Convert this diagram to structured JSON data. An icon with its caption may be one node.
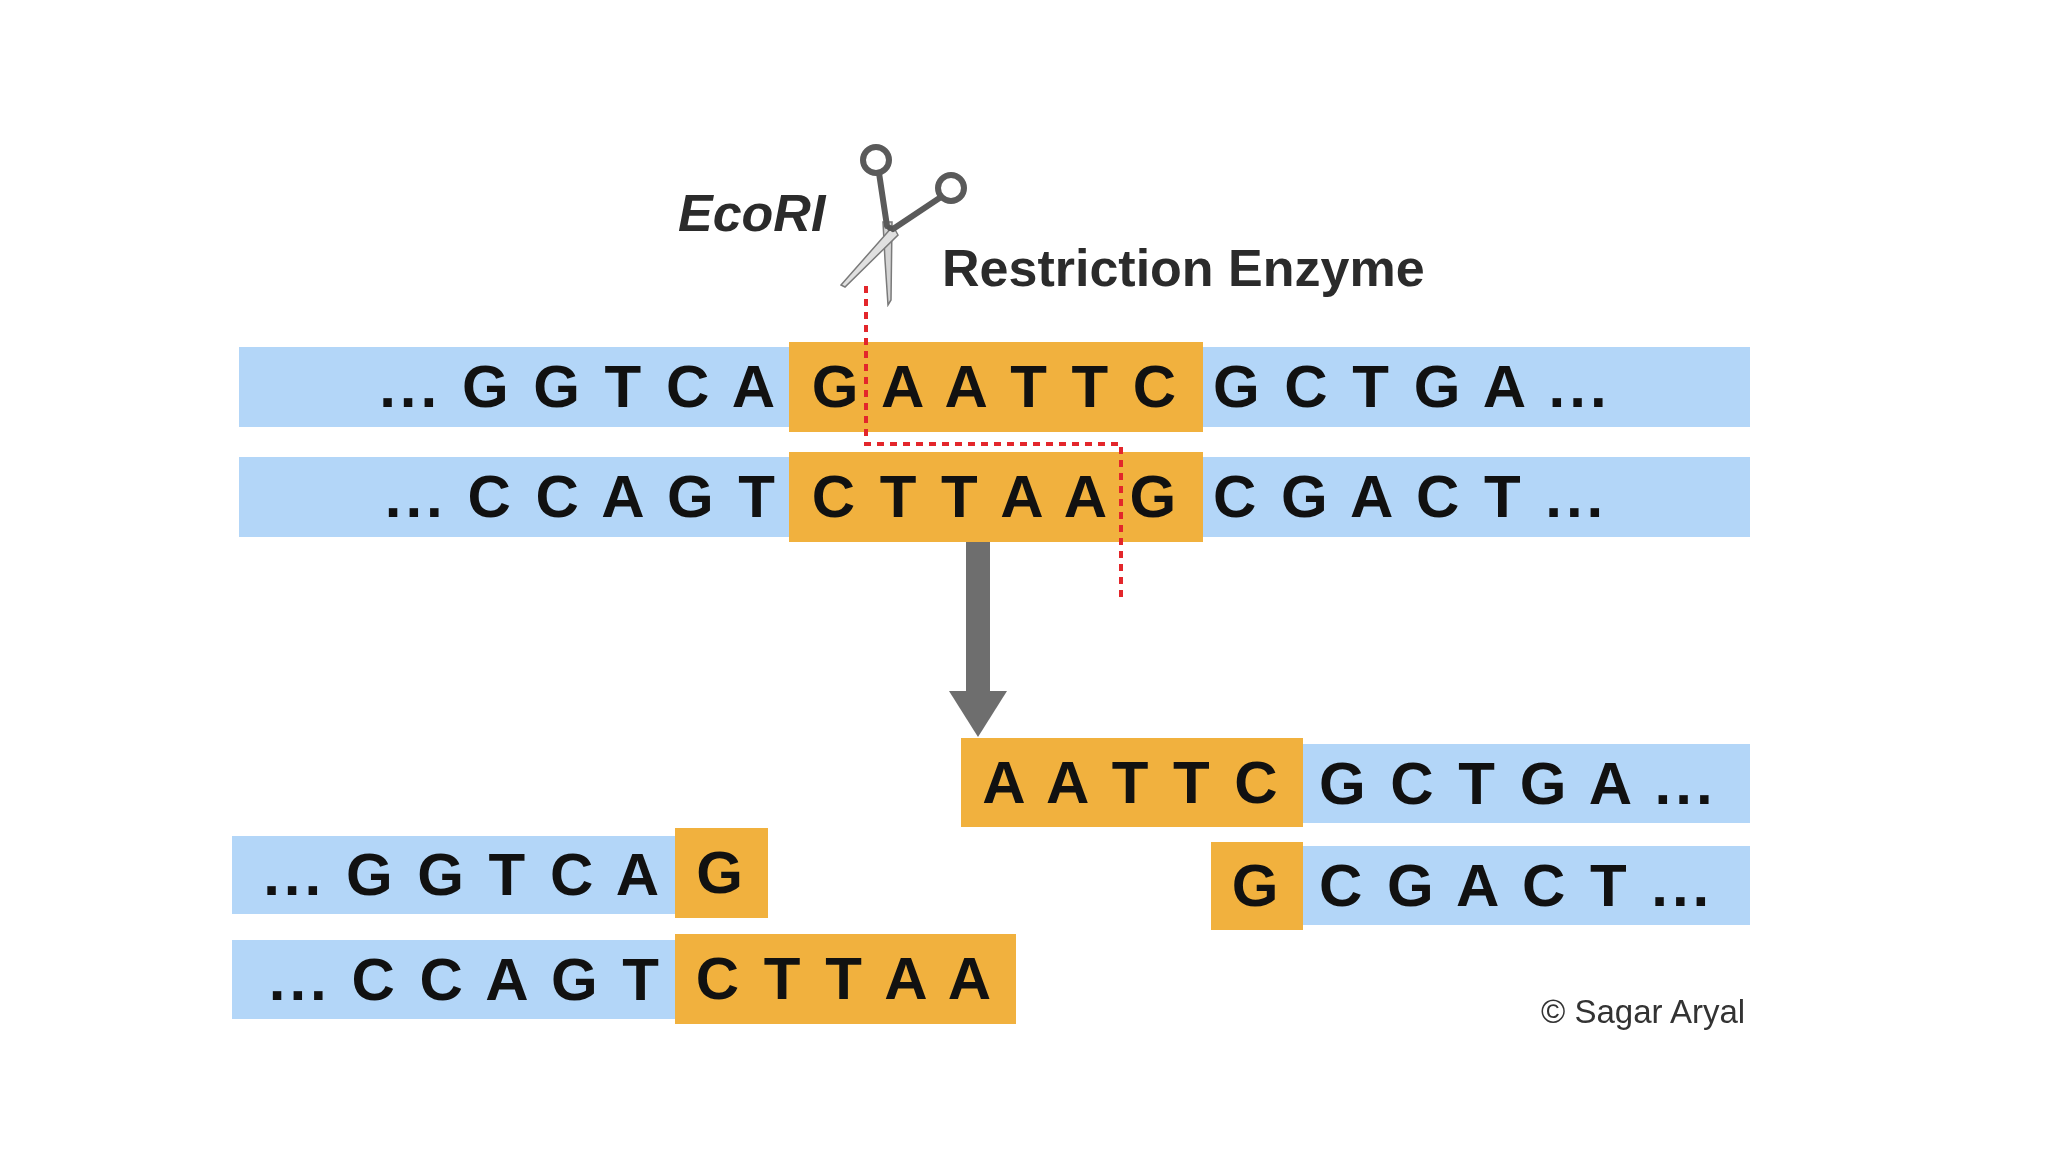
{
  "diagram": {
    "nodes": [
      {
        "text": [
          "... G G T C A"
        ]
      },
      {
        "text": [
          "G A A T T C"
        ]
      },
      {
        "text": [
          "G C T G A ..."
        ]
      },
      {
        "text": [
          "... C C A G T"
        ]
      },
      {
        "text": [
          "C T T A A G"
        ]
      },
      {
        "text": [
          "C G A C T ..."
        ]
      },
      {
        "text": [
          "A A T T C"
        ]
      },
      {
        "text": [
          "G C T G A ..."
        ]
      },
      {
        "text": [
          "... G G T C A"
        ]
      },
      {
        "text": [
          "G"
        ]
      },
      {
        "text": [
          "G"
        ]
      },
      {
        "text": [
          "C G A C T ..."
        ]
      },
      {
        "text": [
          "... C C A G T"
        ]
      },
      {
        "text": [
          "C T T A A"
        ]
      }
    ],
    "edges": [
      {
        "from": 4,
        "to": 6,
        "arrow": "to"
      }
    ],
    "labels": [
      "EcoRI",
      "Restriction Enzyme",
      "© Sagar Aryal"
    ]
  }
}
